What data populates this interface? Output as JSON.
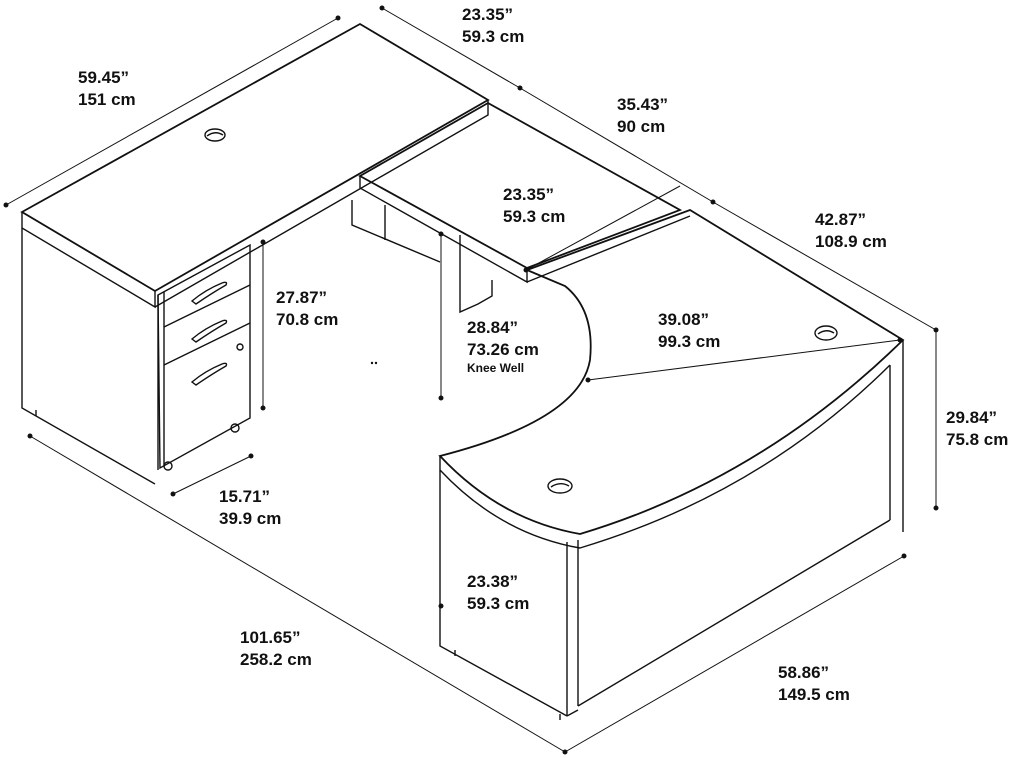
{
  "dimensions": {
    "top_depth": {
      "imperial": "23.35”",
      "metric": "59.3 cm"
    },
    "left_length": {
      "imperial": "59.45”",
      "metric": "151 cm"
    },
    "bridge_length": {
      "imperial": "35.43”",
      "metric": "90 cm"
    },
    "bridge_depth": {
      "imperial": "23.35”",
      "metric": "59.3 cm"
    },
    "right_length": {
      "imperial": "42.87”",
      "metric": "108.9 cm"
    },
    "pedestal_height": {
      "imperial": "27.87”",
      "metric": "70.8 cm"
    },
    "knee_well": {
      "imperial": "28.84”",
      "metric": "73.26 cm",
      "note": "Knee Well"
    },
    "bow_width": {
      "imperial": "39.08”",
      "metric": "99.3 cm"
    },
    "desk_height": {
      "imperial": "29.84”",
      "metric": "75.8 cm"
    },
    "pedestal_width": {
      "imperial": "15.71”",
      "metric": "39.9 cm"
    },
    "front_depth": {
      "imperial": "23.38”",
      "metric": "59.3 cm"
    },
    "overall_length": {
      "imperial": "101.65”",
      "metric": "258.2 cm"
    },
    "front_length": {
      "imperial": "58.86”",
      "metric": "149.5 cm"
    }
  }
}
